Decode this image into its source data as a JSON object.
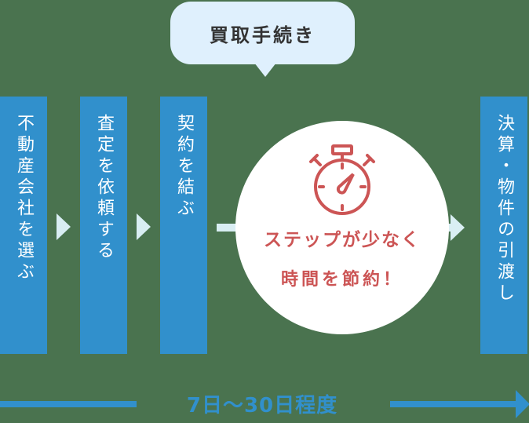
{
  "bubble": {
    "label": "買取手続き"
  },
  "steps": [
    {
      "label": "不動産会社を選ぶ"
    },
    {
      "label": "査定を依頼する"
    },
    {
      "label": "契約を結ぶ"
    },
    {
      "label": "決算・物件の引渡し"
    }
  ],
  "highlight": {
    "icon": "stopwatch-icon",
    "line1": "ステップが少なく",
    "line2": "時間を節約！"
  },
  "timeline": {
    "label": "7日〜30日程度"
  },
  "colors": {
    "background": "#4a734f",
    "step_blue": "#3190cc",
    "accent_red": "#cc5555",
    "bubble": "#dff0fd",
    "connector": "#d9eef3"
  }
}
